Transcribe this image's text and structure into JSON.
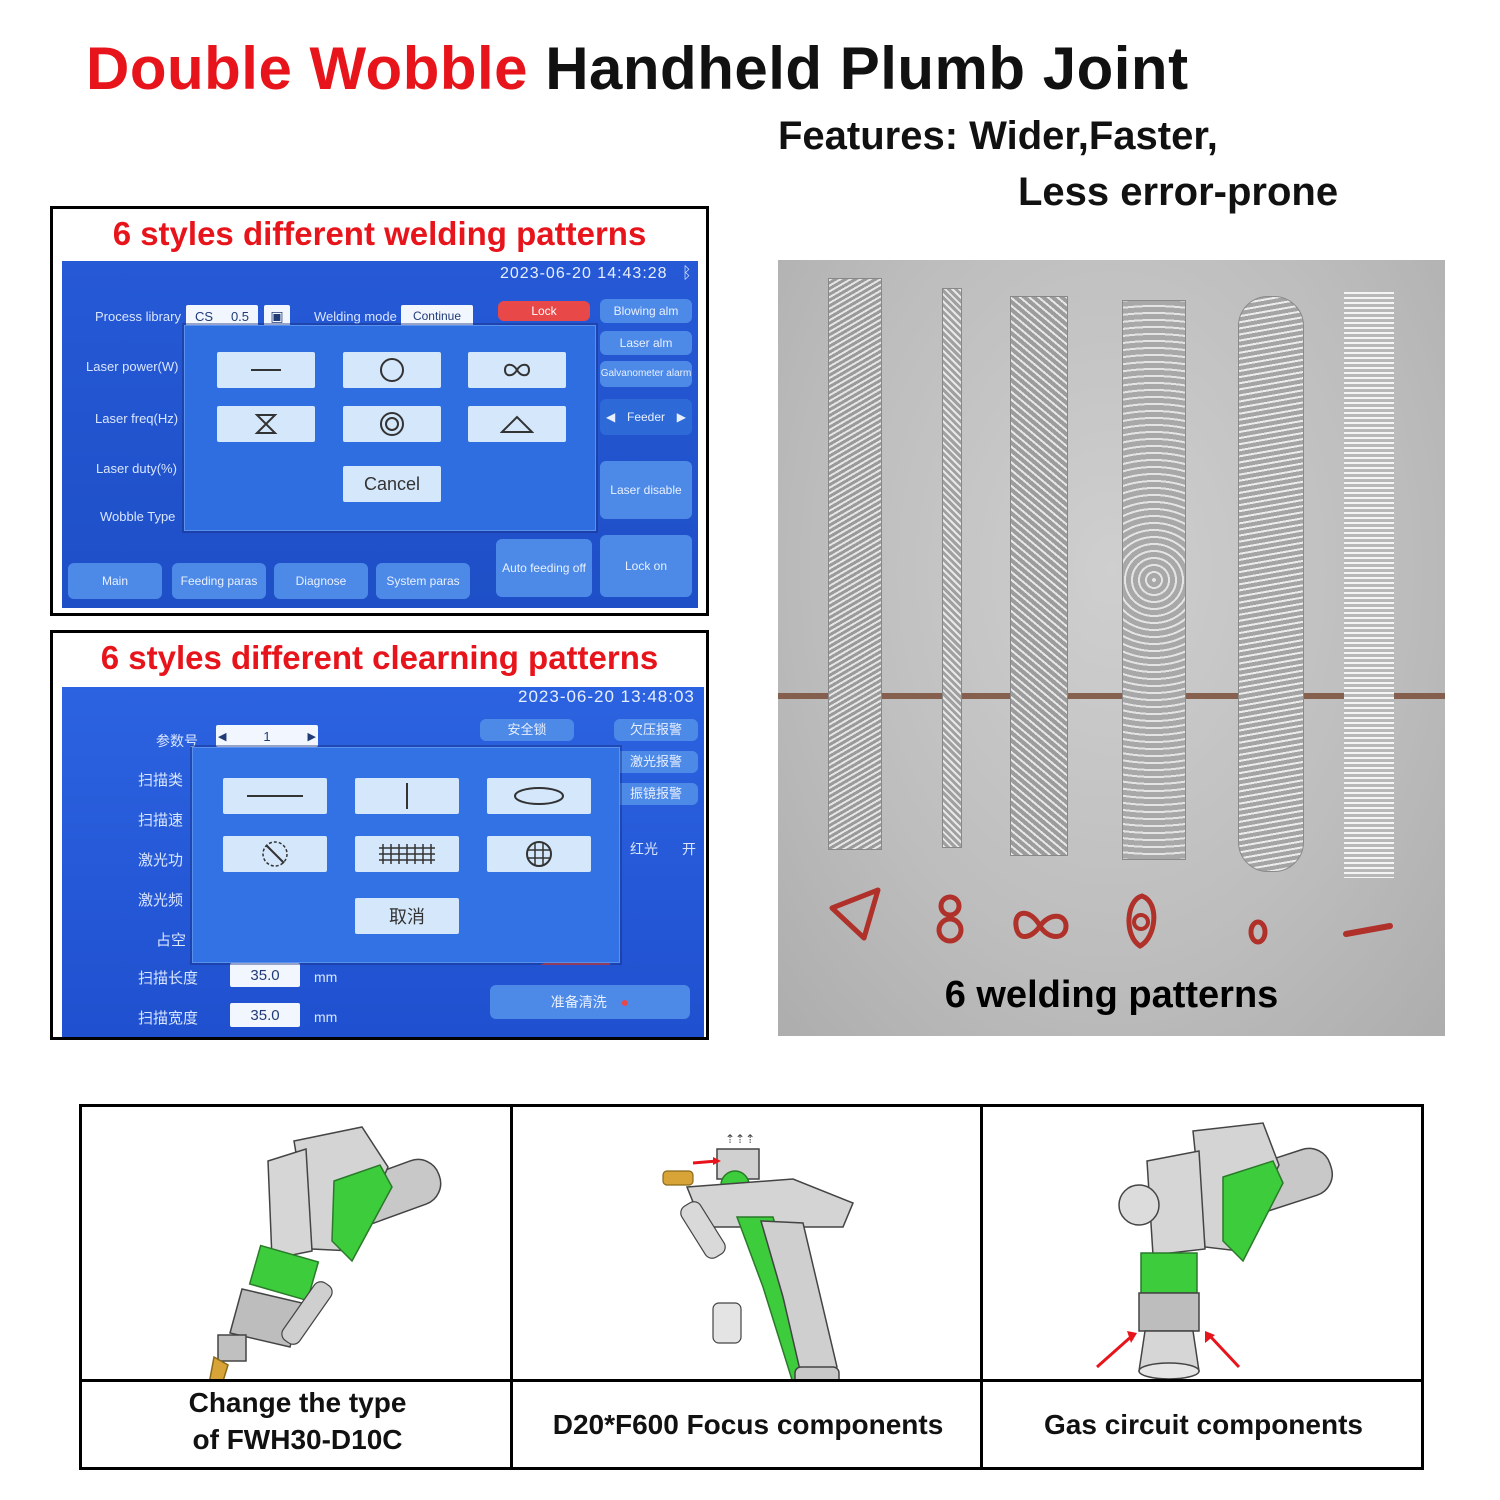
{
  "header": {
    "title_red": "Double Wobble",
    "title_black": "Handheld Plumb Joint",
    "features_line1": "Features: Wider,Faster,",
    "features_line2": "Less error-prone"
  },
  "panel_welding": {
    "title": "6 styles different welding patterns",
    "datetime": "2023-06-20 14:43:28",
    "labels": {
      "process_library": "Process library",
      "process_value_a": "CS",
      "process_value_b": "0.5",
      "welding_mode": "Welding mode",
      "welding_mode_value": "Continue",
      "laser_power": "Laser power(W)",
      "laser_freq": "Laser freq(Hz)",
      "laser_duty": "Laser duty(%)",
      "wobble_type": "Wobble Type"
    },
    "right_buttons": {
      "lock": "Lock",
      "blowing_alm": "Blowing alm",
      "laser_alm": "Laser alm",
      "galvanometer_alarm": "Galvanometer alarm",
      "feeder": "Feeder",
      "laser_disable": "Laser disable",
      "lock_on": "Lock on",
      "auto_feeding_off": "Auto feeding off"
    },
    "tabs": [
      "Main",
      "Feeding paras",
      "Diagnose",
      "System paras"
    ],
    "modal": {
      "patterns": [
        "line-icon",
        "circle-icon",
        "infinity-icon",
        "hourglass-icon",
        "double-circle-icon",
        "triangle-icon"
      ],
      "cancel": "Cancel"
    }
  },
  "panel_cleaning": {
    "title": "6 styles different clearning patterns",
    "datetime": "2023-06-20 13:48:03",
    "labels": [
      "参数号",
      "扫描类",
      "扫描速",
      "激光功",
      "激光频",
      "占空",
      "扫描长度",
      "扫描宽度"
    ],
    "param_value": "1",
    "scan_length": "35.0",
    "scan_width": "35.0",
    "unit": "mm",
    "right_buttons": {
      "safety_lock": "安全锁",
      "undervoltage_alarm": "欠压报警",
      "laser_alarm": "激光报警",
      "galvo_alarm": "振镜报警",
      "red_light": "红光",
      "red_light_state": "开",
      "ready_clean": "准备清洗"
    },
    "modal": {
      "patterns": [
        "hline-icon",
        "vline-icon",
        "ellipse-icon",
        "diagonal-circle-icon",
        "grid-lines-icon",
        "grid-circle-icon"
      ],
      "cancel": "取消"
    }
  },
  "photo": {
    "label": "6 welding patterns"
  },
  "components": [
    {
      "label_line1": "Change the type",
      "label_line2": "of FWH30-D10C"
    },
    {
      "label_line1": "D20*F600 Focus components"
    },
    {
      "label_line1": "Gas circuit components"
    }
  ],
  "colors": {
    "accent_red": "#e8141b",
    "screen_blue": "#2659d6",
    "component_green": "#3ccc3c"
  }
}
